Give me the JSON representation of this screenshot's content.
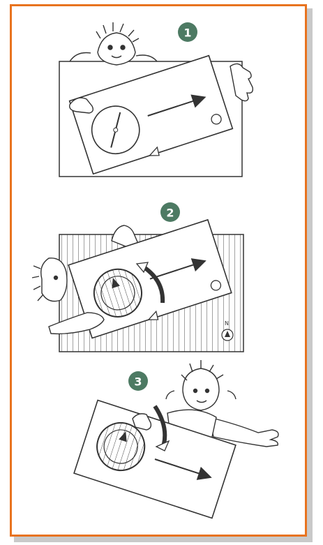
{
  "colors": {
    "frame": "#e8731f",
    "badge": "#4d7a63",
    "ink": "#333333",
    "shadow": "#c9c9c9"
  },
  "steps": [
    {
      "number": "1"
    },
    {
      "number": "2"
    },
    {
      "number": "3"
    }
  ],
  "icons": {
    "north_marker": "N"
  }
}
